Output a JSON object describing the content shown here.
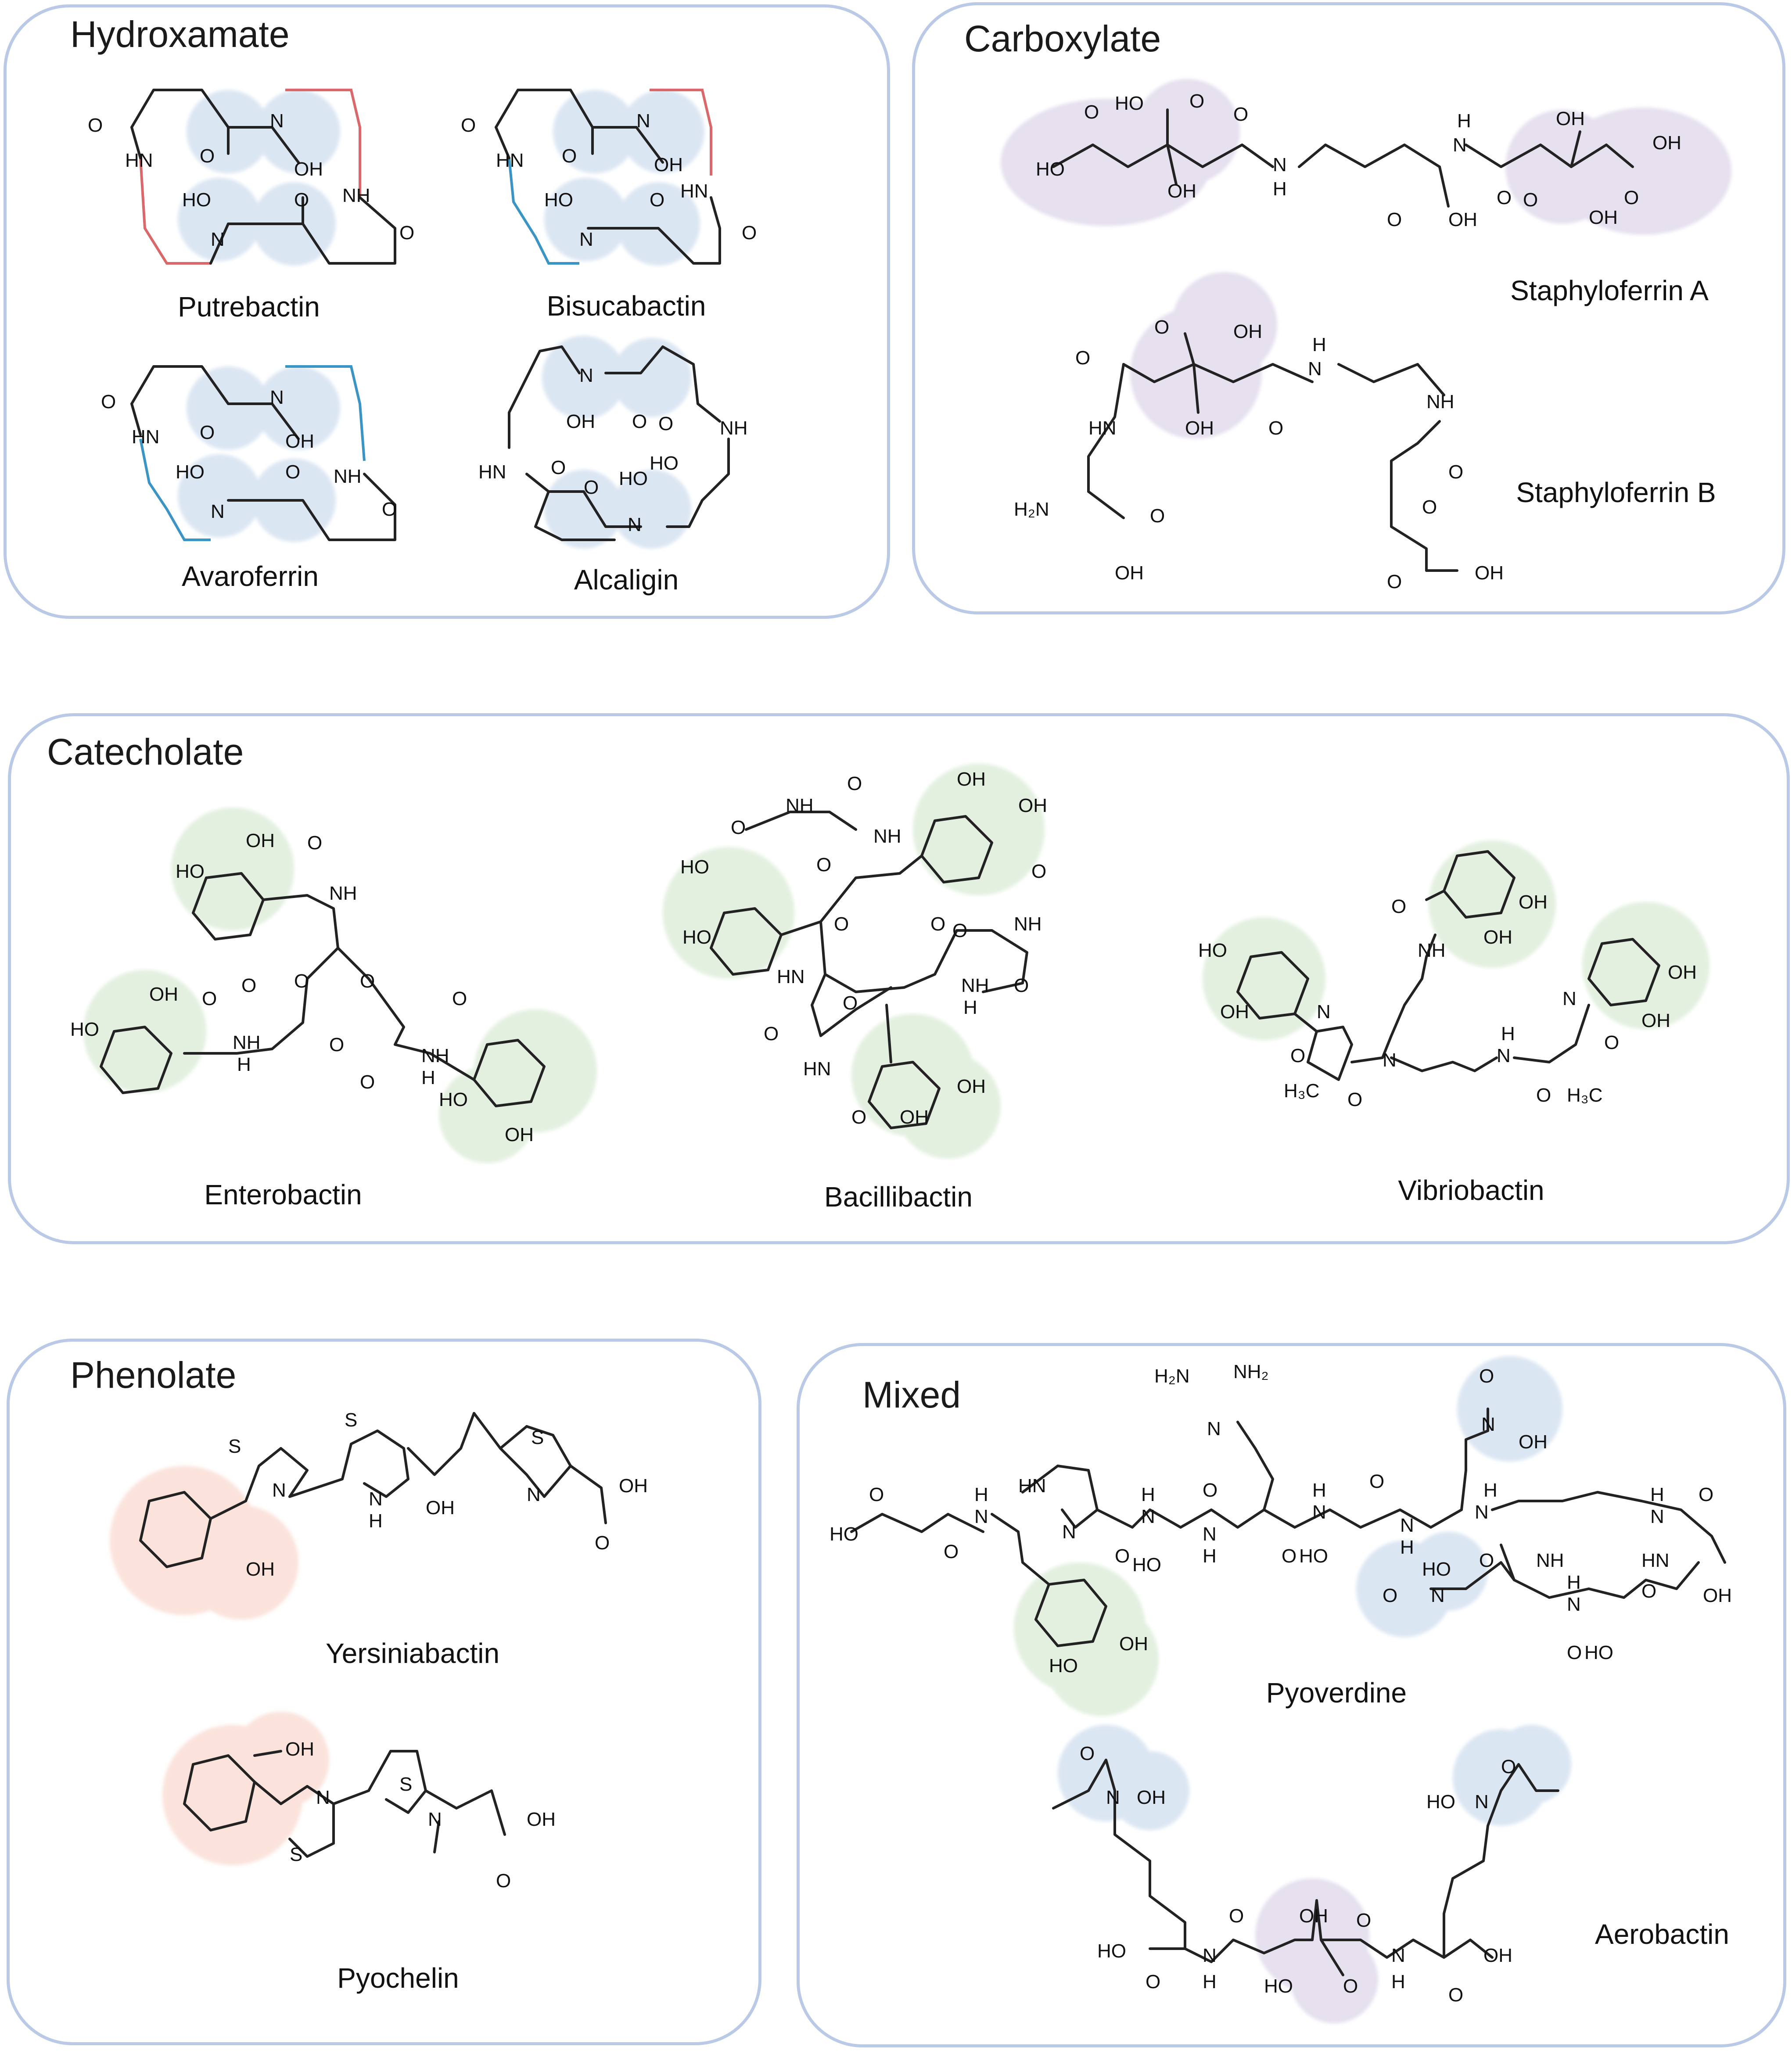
{
  "colors": {
    "panel_border": "#b9c9e6",
    "hydroxamate_blob": "#dbe6f3",
    "carboxylate_blob": "#e6e0ef",
    "catecholate_blob": "#e3f0e0",
    "phenolate_blob": "#fbe3dc",
    "ring_red": "#d9686a",
    "ring_blue": "#3a94c4"
  },
  "panels": {
    "hydroxamate": {
      "title": "Hydroxamate",
      "compounds": [
        "Putrebactin",
        "Bisucabactin",
        "Avaroferrin",
        "Alcaligin"
      ]
    },
    "carboxylate": {
      "title": "Carboxylate",
      "compounds": [
        "Staphyloferrin A",
        "Staphyloferrin B"
      ]
    },
    "catecholate": {
      "title": "Catecholate",
      "compounds": [
        "Enterobactin",
        "Bacillibactin",
        "Vibriobactin"
      ]
    },
    "phenolate": {
      "title": "Phenolate",
      "compounds": [
        "Yersiniabactin",
        "Pyochelin"
      ]
    },
    "mixed": {
      "title": "Mixed",
      "compounds": [
        "Pyoverdine",
        "Aerobactin"
      ]
    }
  },
  "atom_labels": {
    "O": "O",
    "OH": "OH",
    "HO": "HO",
    "N": "N",
    "NH": "NH",
    "HN": "HN",
    "H": "H",
    "S": "S",
    "H2N": "H₂N",
    "NH2": "NH₂",
    "H3C": "H₃C"
  }
}
